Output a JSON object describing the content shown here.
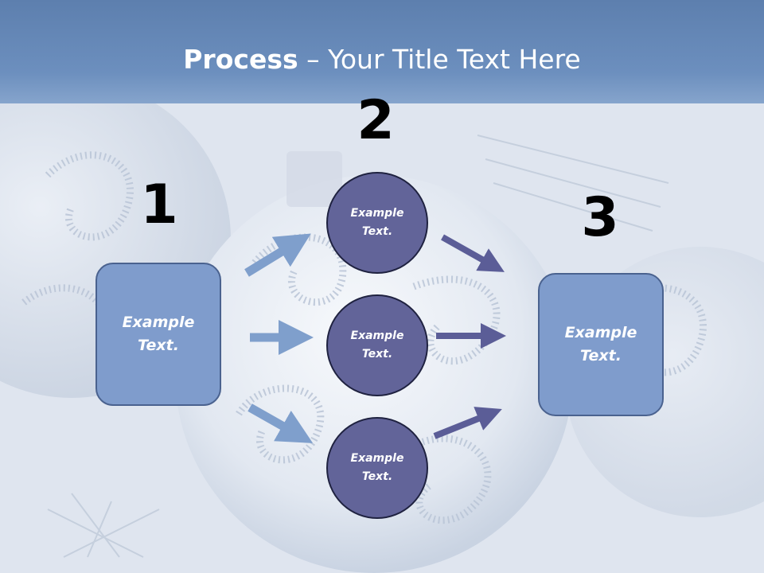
{
  "title": {
    "bold": "Process",
    "rest": " – Your Title Text Here"
  },
  "steps": {
    "n1": "1",
    "n2": "2",
    "n3": "3"
  },
  "left_box": {
    "label": "Example Text."
  },
  "right_box": {
    "label": "Example Text."
  },
  "circles": [
    {
      "label": "Example Text."
    },
    {
      "label": "Example Text."
    },
    {
      "label": "Example Text."
    }
  ],
  "colors": {
    "title_band": "#6c8fbe",
    "box_fill": "#7f9ccc",
    "circle_fill": "#626499",
    "arrow_light": "#7f9fcc",
    "arrow_dark": "#5b5d97"
  }
}
